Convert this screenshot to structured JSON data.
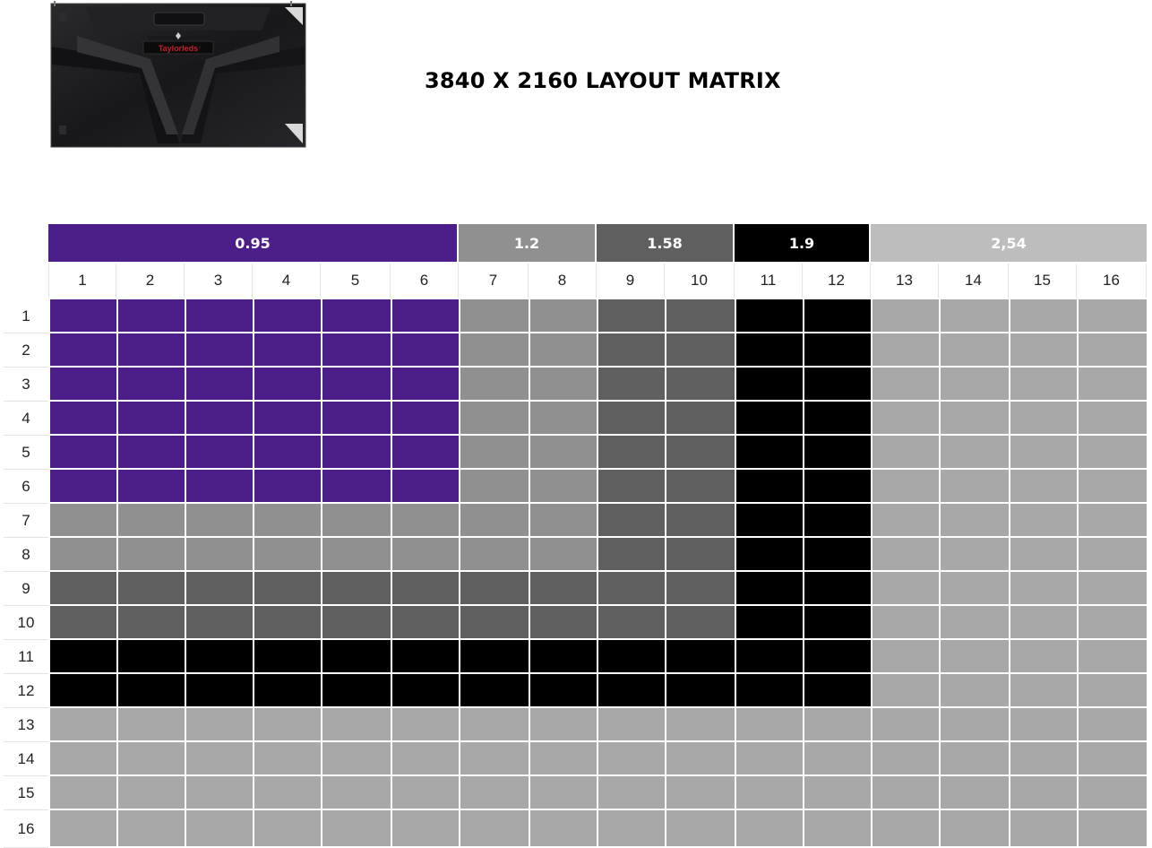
{
  "title": "3840 X 2160 LAYOUT MATRIX",
  "product": {
    "brand": "Taylorleds",
    "colors": {
      "body": "#1e1e20",
      "logo_plate": "#0b0b0b",
      "logo_text": "#c0202a",
      "bracket": "#d9d9d9"
    }
  },
  "pitches": [
    {
      "label": "0.95",
      "color": "#4b1e8a",
      "col_start": 1,
      "col_end": 6
    },
    {
      "label": "1.2",
      "color": "#909090",
      "col_start": 7,
      "col_end": 8
    },
    {
      "label": "1.58",
      "color": "#5f5f5f",
      "col_start": 9,
      "col_end": 10
    },
    {
      "label": "1.9",
      "color": "#000000",
      "col_start": 11,
      "col_end": 12
    },
    {
      "label": "2,54",
      "color": "#bdbdbd",
      "col_start": 13,
      "col_end": 16
    }
  ],
  "cell_colors": {
    "0.95": "#4b1e8a",
    "1.2": "#909090",
    "1.58": "#5f5f5f",
    "1.9": "#000000",
    "2,54": "#a8a8a8"
  },
  "columns": [
    "1",
    "2",
    "3",
    "4",
    "5",
    "6",
    "7",
    "8",
    "9",
    "10",
    "11",
    "12",
    "13",
    "14",
    "15",
    "16"
  ],
  "rows": [
    "1",
    "2",
    "3",
    "4",
    "5",
    "6",
    "7",
    "8",
    "9",
    "10",
    "11",
    "12",
    "13",
    "14",
    "15",
    "16"
  ]
}
